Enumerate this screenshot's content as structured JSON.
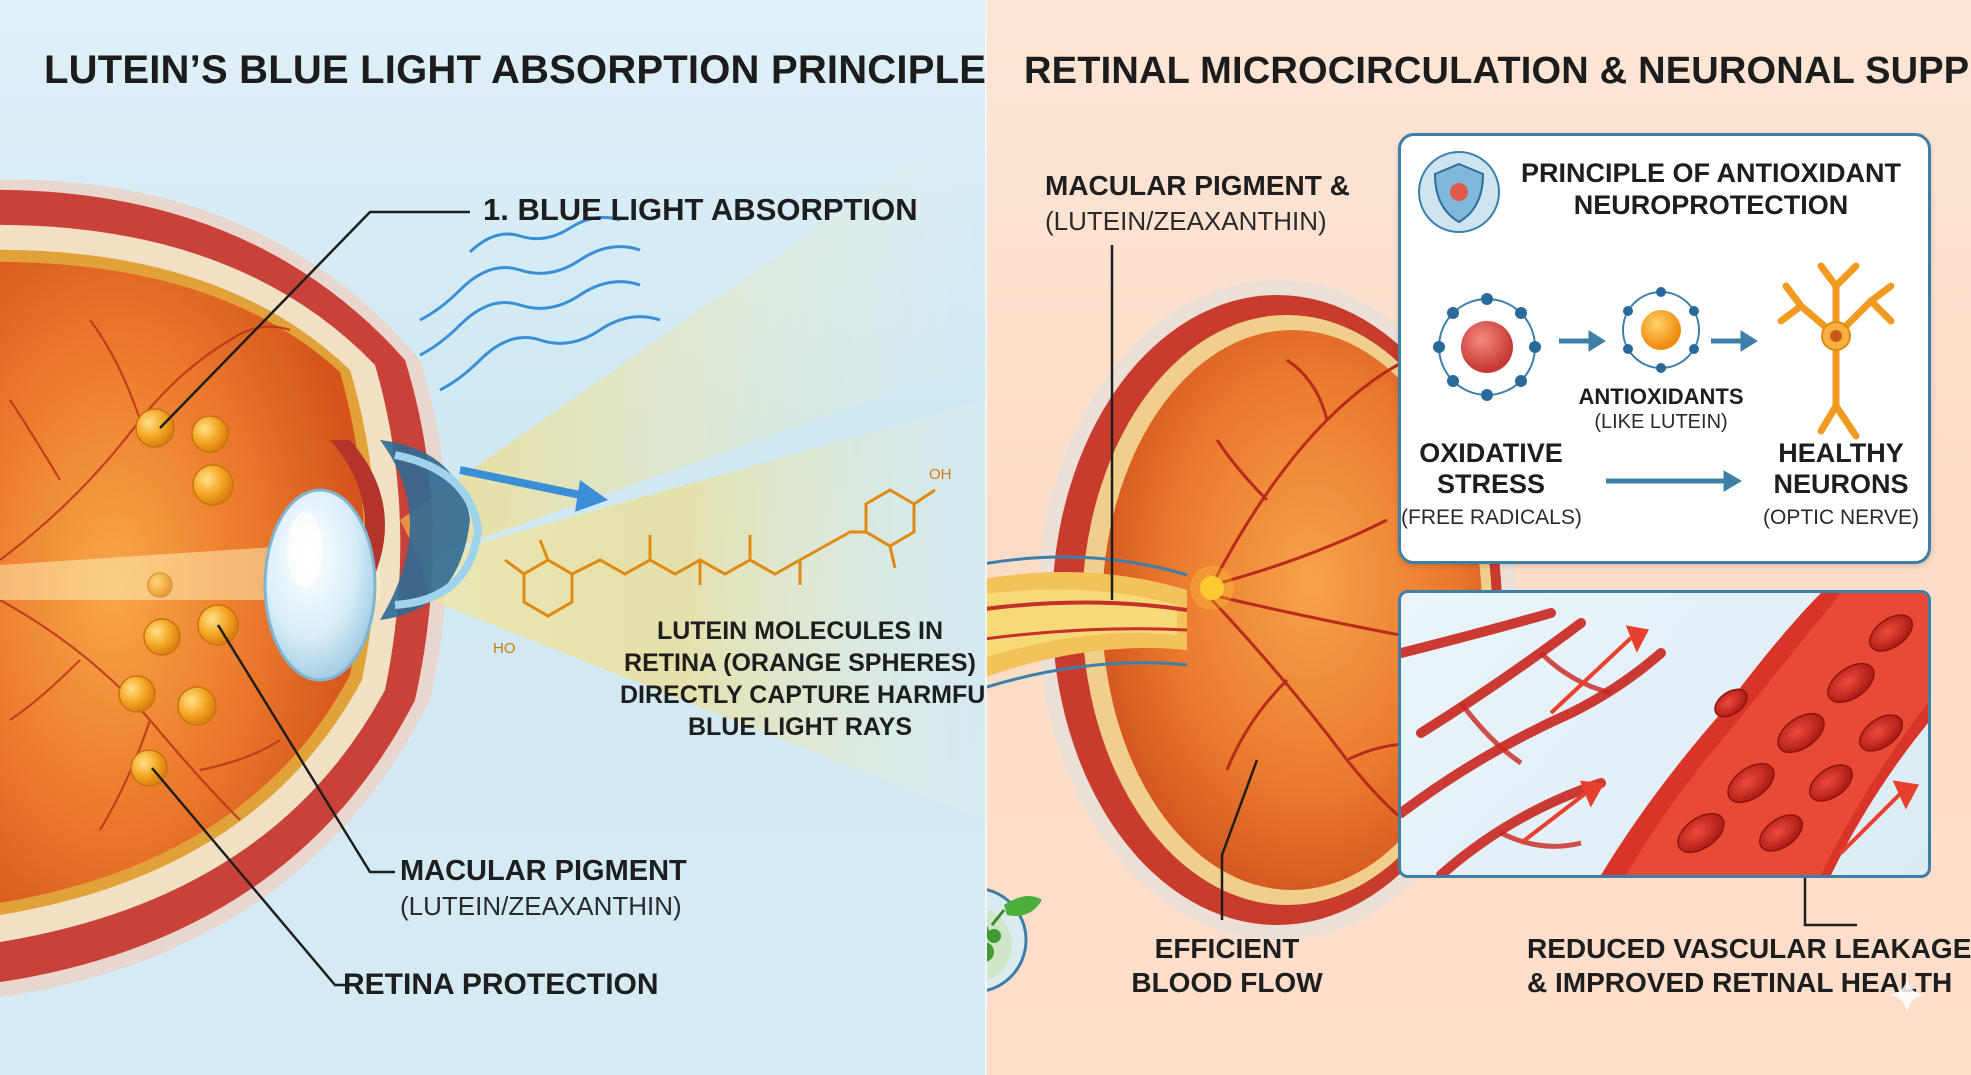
{
  "left_panel": {
    "title": "LUTEIN’S BLUE LIGHT ABSORPTION PRINCIPLE",
    "labels": {
      "blue_light_absorption": "1. BLUE LIGHT ABSORPTION",
      "lutein_molecules": [
        "LUTEIN MOLECULES IN",
        "RETINA (ORANGE SPHERES)",
        "DIRECTLY CAPTURE HARMFUL",
        "BLUE LIGHT RAYS"
      ],
      "macular_pigment": "MACULAR PIGMENT",
      "macular_pigment_sub": "(LUTEIN/ZEAXANTHIN)",
      "retina_protection": "RETINA PROTECTION",
      "oh_top": "OH",
      "ho_bottom": "HO"
    }
  },
  "right_panel": {
    "title": "RETINAL MICROCIRCULATION & NEURONAL SUPPORT",
    "labels": {
      "macular_pigment": "MACULAR PIGMENT &",
      "macular_pigment_sub": "(LUTEIN/ZEAXANTHIN)",
      "efficient_blood_flow": [
        "EFFICIENT",
        "BLOOD FLOW"
      ],
      "reduced_leakage": [
        "REDUCED VASCULAR LEAKAGE",
        "& IMPROVED RETINAL HEALTH"
      ]
    },
    "antioxidant_box": {
      "title": [
        "PRINCIPLE OF ANTIOXIDANT",
        "NEUROPROTECTION"
      ],
      "antioxidants": "ANTIOXIDANTS",
      "antioxidants_sub": "(LIKE LUTEIN)",
      "oxidative_stress": [
        "OXIDATIVE",
        "STRESS"
      ],
      "oxidative_sub": "(FREE RADICALS)",
      "healthy_neurons": [
        "HEALTHY",
        "NEURONS"
      ],
      "healthy_sub": "(OPTIC NERVE)"
    }
  },
  "colors": {
    "left_bg": "#d6ebf4",
    "right_bg": "#fbdcc6",
    "box_border": "#3d7fa8",
    "lutein_orange": "#f2a122",
    "vessel_red": "#c8261e"
  }
}
